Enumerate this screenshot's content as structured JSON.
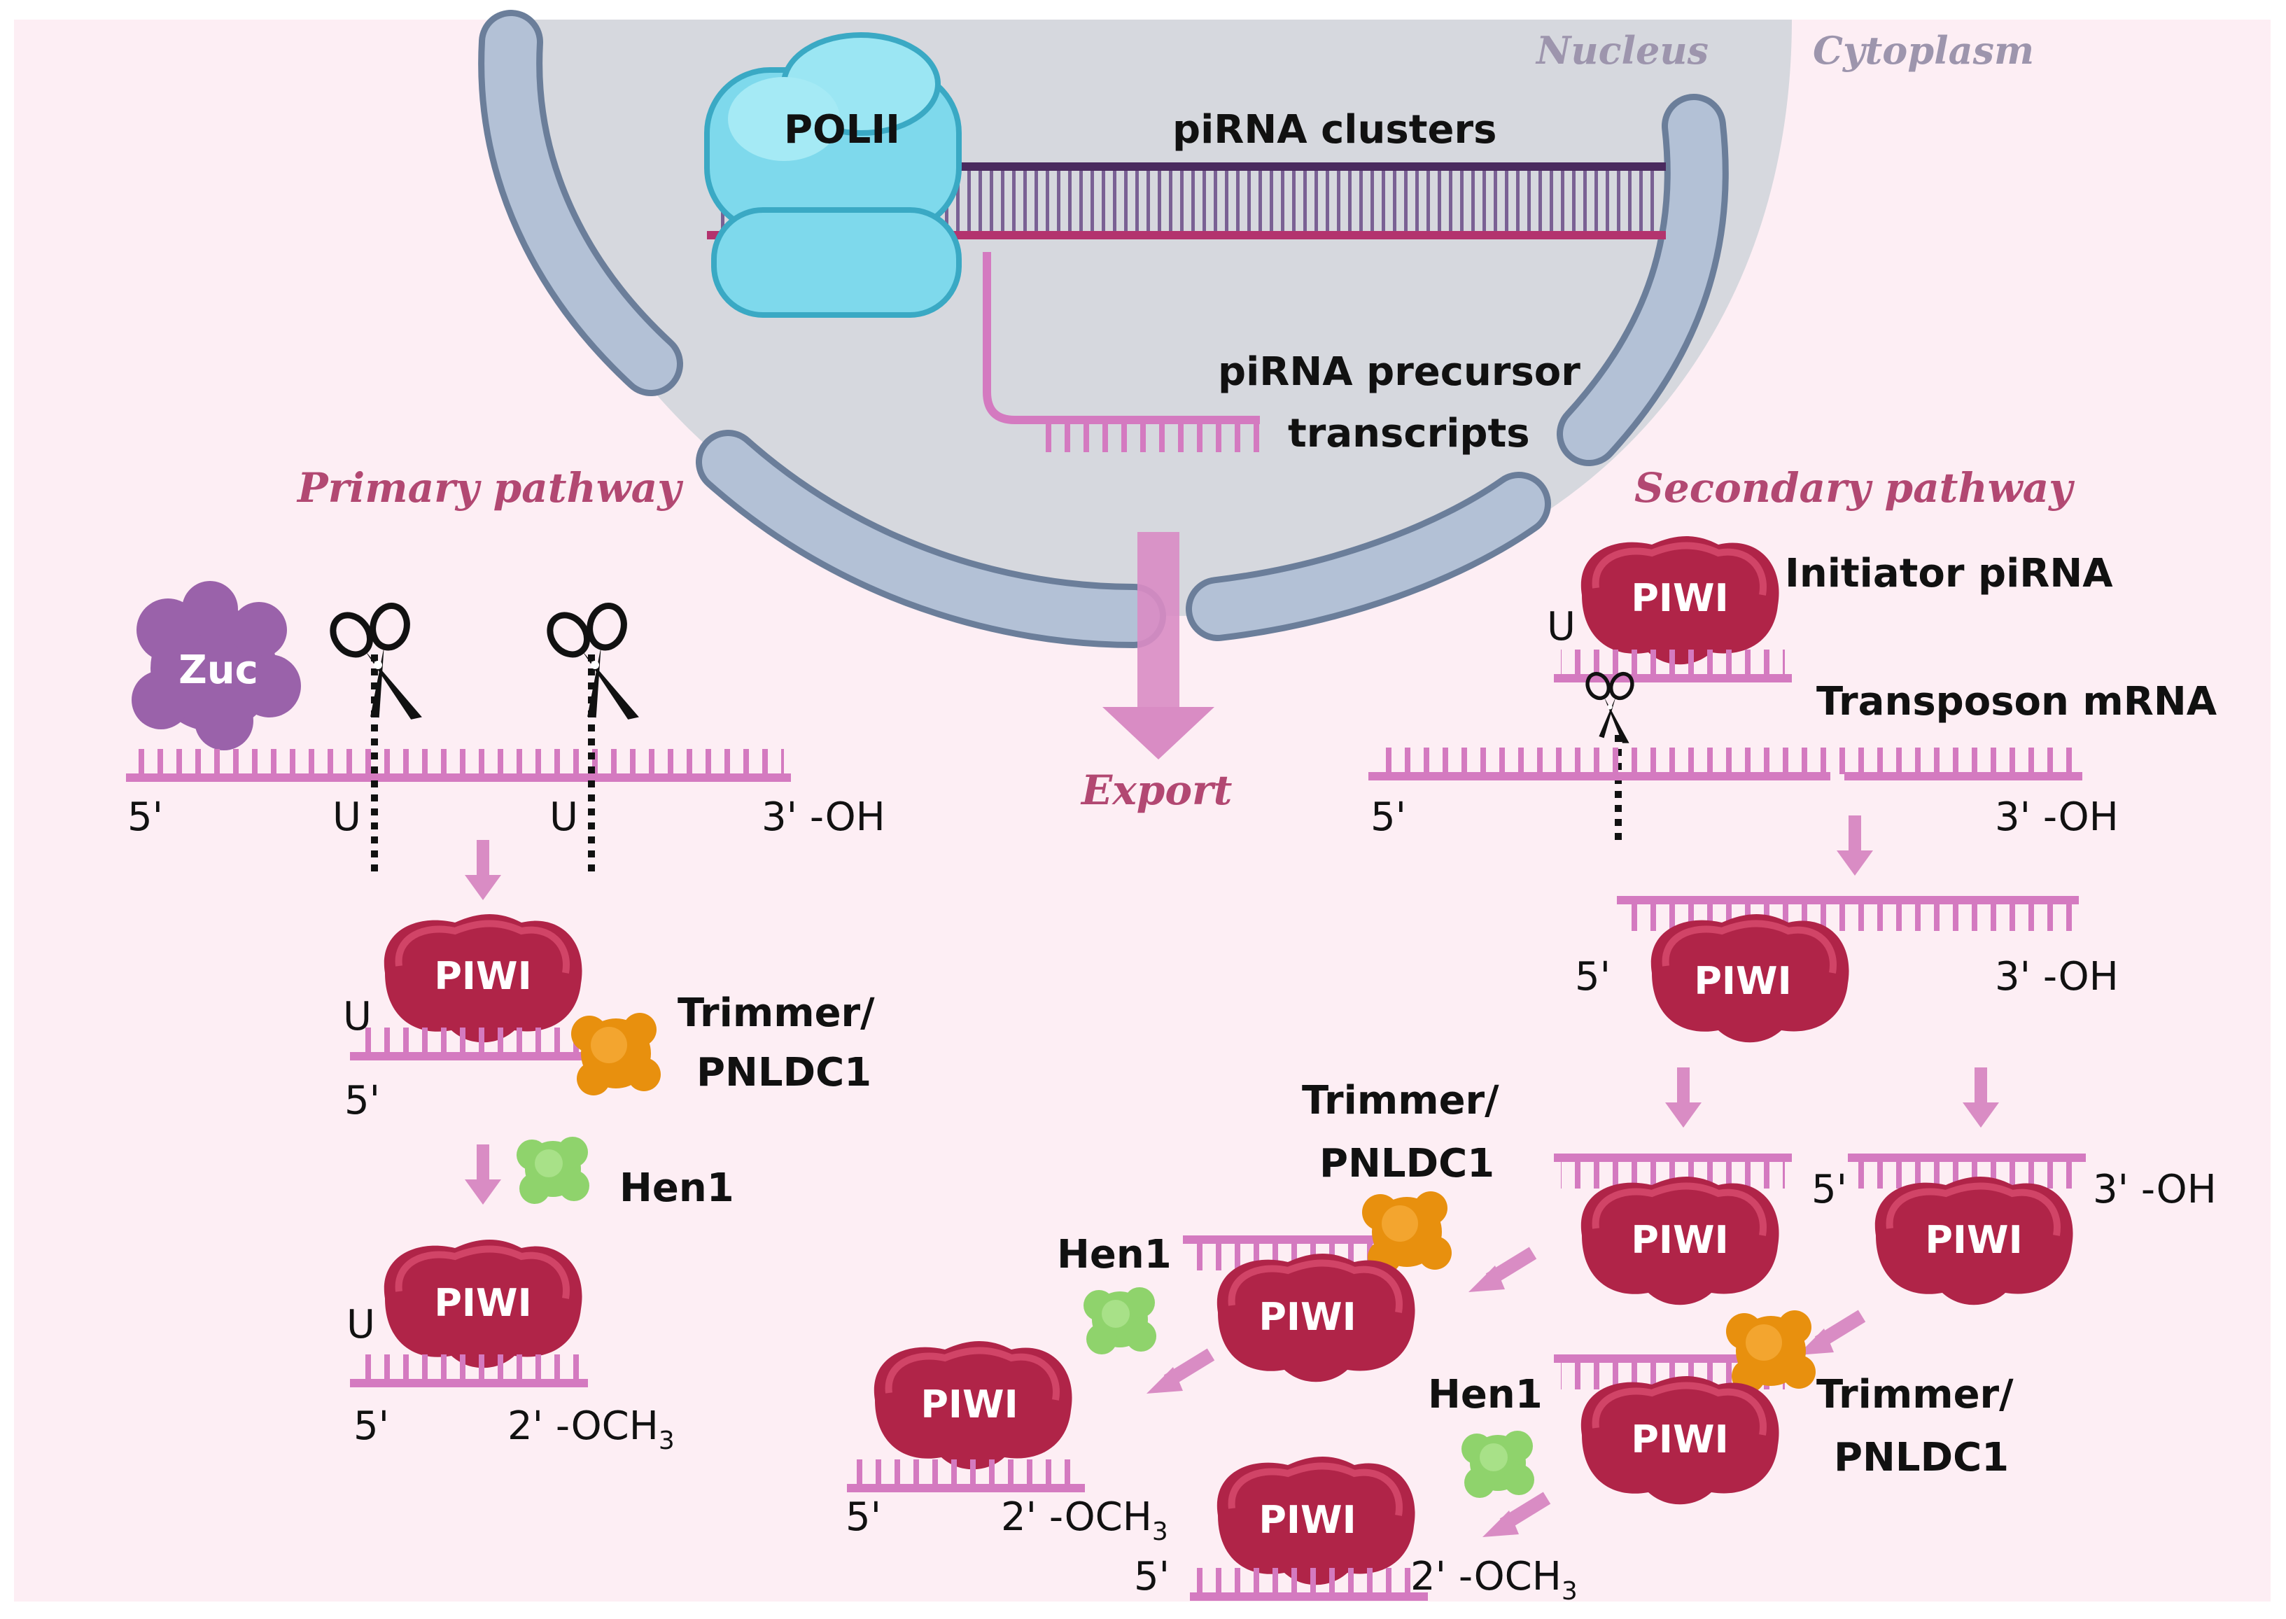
{
  "compartments": {
    "nucleus": "Nucleus",
    "cytoplasm": "Cytoplasm"
  },
  "nucleus": {
    "polymerase": "POLII",
    "clusters": "piRNA clusters",
    "precursor_line1": "piRNA precursor",
    "precursor_line2": "transcripts",
    "export": "Export"
  },
  "primary": {
    "title": "Primary pathway",
    "zuc": "Zuc",
    "end5": "5'",
    "u_a": "U",
    "u_b": "U",
    "end3": "3' -OH",
    "piwi_a": "PIWI",
    "u_c": "U",
    "end5_b": "5'",
    "trimmer_line1": "Trimmer/",
    "trimmer_line2": "PNLDC1",
    "hen1": "Hen1",
    "piwi_b": "PIWI",
    "u_d": "U",
    "end5_c": "5'",
    "methyl": "2' -OCH",
    "methyl_sub": "3"
  },
  "secondary": {
    "title": "Secondary pathway",
    "piwi_initiator": "PIWI",
    "initiator": "Initiator piRNA",
    "u": "U",
    "transposon": "Transposon mRNA",
    "end5_a": "5'",
    "end3_a": "3' -OH",
    "piwi_b": "PIWI",
    "end5_b": "5'",
    "end3_b": "3' -OH",
    "piwi_c": "PIWI",
    "piwi_d": "PIWI",
    "end5_d": "5'",
    "end3_d": "3' -OH",
    "trimmer_a_line1": "Trimmer/",
    "trimmer_a_line2": "PNLDC1",
    "piwi_e": "PIWI",
    "hen1_a": "Hen1",
    "piwi_f": "PIWI",
    "end5_f": "5'",
    "methyl_f": "2' -OCH",
    "methyl_f_sub": "3",
    "piwi_g": "PIWI",
    "trimmer_b_line1": "Trimmer/",
    "trimmer_b_line2": "PNLDC1",
    "hen1_b": "Hen1",
    "piwi_h": "PIWI",
    "end5_h": "5'",
    "methyl_h": "2' -OCH",
    "methyl_h_sub": "3"
  },
  "colors": {
    "background": "#fdeef4",
    "nucleus": "#d6d8de",
    "envelope": "#b3c1d6",
    "envelope_edge": "#6b7e9a",
    "rna": "#d47ac0",
    "dna_dark": "#4a2a5e",
    "piwi": "#b02448",
    "zuc": "#9a62aa",
    "polii": "#7ed9ec",
    "trimmer": "#e8900e",
    "hen1": "#8fd36c",
    "title_pink": "#b24872",
    "compartment_gray": "#9d95ad"
  },
  "icons": [
    "scissors-icon",
    "piwi-protein-icon",
    "zuc-protein-icon",
    "polii-enzyme-icon",
    "trimmer-enzyme-icon",
    "hen1-enzyme-icon",
    "arrow-down-icon"
  ]
}
